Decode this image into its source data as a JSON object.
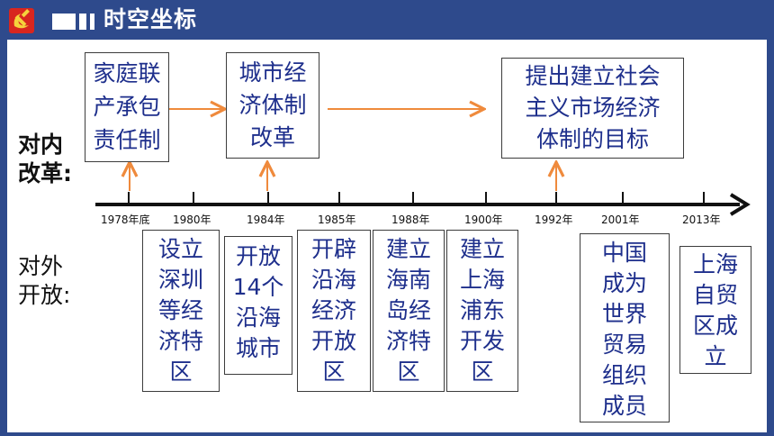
{
  "header": {
    "title": "时空坐标",
    "emblem_icon": "hammer-and-sickle-icon",
    "bar_color": "#2e4a8c"
  },
  "side_labels": {
    "internal_reform": "对内\n改革:",
    "opening_up": "对外\n开放:"
  },
  "timeline": {
    "ticks": [
      "1978年底",
      "1980年",
      "1984年",
      "1985年",
      "1988年",
      "1900年",
      "1992年",
      "2001年",
      "2013年"
    ]
  },
  "reform_events": [
    {
      "text": "家庭联\n产承包\n责任制"
    },
    {
      "text": "城市经\n济体制\n改革"
    },
    {
      "text": "提出建立社会\n主义市场经济\n体制的目标"
    }
  ],
  "opening_events": [
    {
      "text": "设立\n深圳\n等经\n济特\n区"
    },
    {
      "text": "开放\n14个\n沿海\n城市"
    },
    {
      "text": "开辟\n沿海\n经济\n开放\n区"
    },
    {
      "text": "建立\n海南\n岛经\n济特\n区"
    },
    {
      "text": "建立\n上海\n浦东\n开发\n区"
    },
    {
      "text": "中国\n成为\n世界\n贸易\n组织\n成员"
    },
    {
      "text": "上海\n自贸\n区成\n立"
    }
  ],
  "colors": {
    "box_text": "#1e2f8c",
    "arrow": "#ef8a3c",
    "axis": "#111111"
  }
}
